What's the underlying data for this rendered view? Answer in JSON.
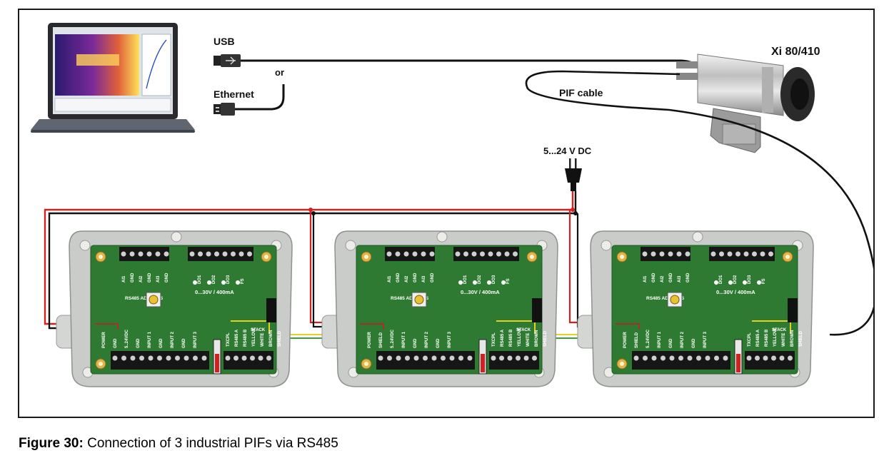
{
  "labels": {
    "usb": "USB",
    "or": "or",
    "ethernet": "Ethernet",
    "pif_cable": "PIF cable",
    "camera_model": "Xi 80/410",
    "power": "5...24 V DC"
  },
  "caption": {
    "prefix": "Figure 30:",
    "text": "Connection of 3 industrial PIFs via RS485"
  },
  "pif_boxes": [
    {
      "top_terminals": [
        "AI1",
        "GND",
        "AI2",
        "GND",
        "AI3",
        "GND"
      ],
      "right_terminals": [
        "DO1",
        "DO2",
        "DO3",
        "FS"
      ],
      "range": "0...30V / 400mA",
      "address_label": "RS485 ADDRESS",
      "bottom_terminals": [
        "POWER",
        "GND",
        "5..24VDC",
        "GND",
        "INPUT 1",
        "GND",
        "INPUT 2",
        "GND",
        "INPUT 3"
      ],
      "bottom_right_terminals": [
        "TXCPL",
        "RS485 A",
        "RS485 B",
        "YELLOW",
        "WHITE",
        "BROWN",
        "SHIELD"
      ],
      "strip_label": "STACK"
    },
    {
      "top_terminals": [
        "AI1",
        "GND",
        "AI2",
        "GND",
        "AI3",
        "GND"
      ],
      "right_terminals": [
        "DO1",
        "DO2",
        "DO3",
        "FS"
      ],
      "range": "0...30V / 400mA",
      "address_label": "RS485 ADDRESS",
      "bottom_terminals": [
        "POWER",
        "SHIELD",
        "5..24VDC",
        "INPUT 1",
        "GND",
        "INPUT 2",
        "GND",
        "INPUT 3"
      ],
      "bottom_right_terminals": [
        "TXCPL",
        "RS485 A",
        "RS485 B",
        "YELLOW",
        "WHITE",
        "BROWN",
        "SHIELD"
      ],
      "strip_label": "STACK"
    },
    {
      "top_terminals": [
        "AI1",
        "GND",
        "AI2",
        "GND",
        "AI3",
        "GND"
      ],
      "right_terminals": [
        "DO1",
        "DO2",
        "DO3",
        "FS"
      ],
      "range": "0...30V / 400mA",
      "address_label": "RS485 ADDRESS",
      "bottom_terminals": [
        "POWER",
        "SHIELD",
        "5..24VDC",
        "INPUT 1",
        "GND",
        "INPUT 2",
        "GND",
        "INPUT 3"
      ],
      "bottom_right_terminals": [
        "TXCPL",
        "RS485 A",
        "RS485 B",
        "YELLOW",
        "WHITE",
        "BROWN",
        "SHIELD"
      ],
      "strip_label": "STACK"
    }
  ],
  "colors": {
    "wire_power_positive": "#d42020",
    "wire_ground": "#111111",
    "board_green": "#2f7a32",
    "enclosure_gray": "#c9ccc9",
    "wire_yellow": "#e6d21e",
    "wire_green": "#3aa040"
  }
}
